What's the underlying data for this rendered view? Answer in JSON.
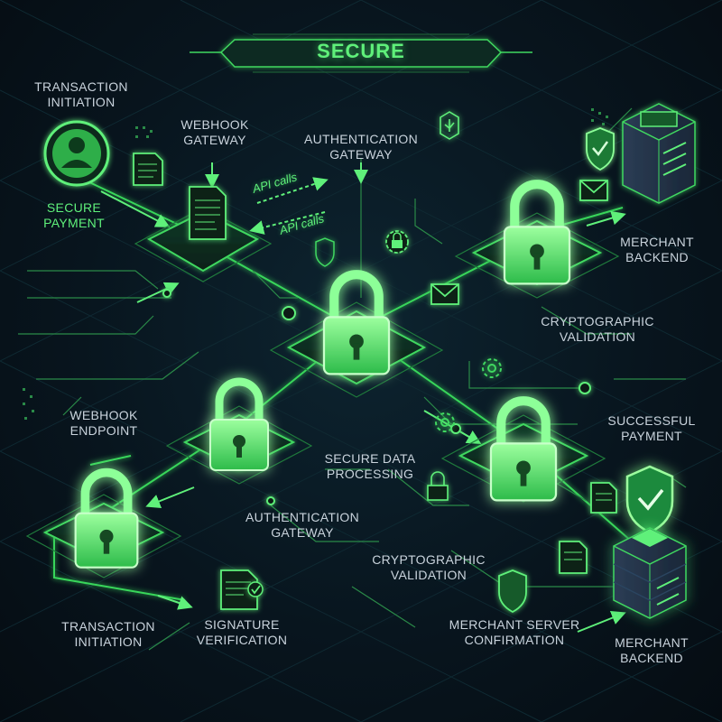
{
  "title": "SECURE",
  "colors": {
    "accent": "#5ff07a",
    "glow": "#39ff6a",
    "background": "#07111a",
    "label": "#c9d3dc"
  },
  "labels": {
    "transaction_initiation_top": [
      "TRANSACTION",
      "INITIATION"
    ],
    "secure_payment": [
      "SECURE",
      "PAYMENT"
    ],
    "webhook_gateway": [
      "WEBHOOK",
      "GATEWAY"
    ],
    "authentication_gateway_top": [
      "AUTHENTICATION",
      "GATEWAY"
    ],
    "merchant_backend_top": [
      "MERCHANT",
      "BACKEND"
    ],
    "cryptographic_validation_top": [
      "CRYPTOGRAPHIC",
      "VALIDATION"
    ],
    "webhook_endpoint": [
      "WEBHOOK",
      "ENDPOINT"
    ],
    "successful_payment": [
      "SUCCESSFUL",
      "PAYMENT"
    ],
    "secure_data_processing": [
      "SECURE DATA",
      "PROCESSING"
    ],
    "authentication_gateway_bottom": [
      "AUTHENTICATION",
      "GATEWAY"
    ],
    "cryptographic_validation_bottom": [
      "CRYPTOGRAPHIC",
      "VALIDATION"
    ],
    "transaction_initiation_bottom": [
      "TRANSACTION",
      "INITIATION"
    ],
    "signature_verification": [
      "SIGNATURE",
      "VERIFICATION"
    ],
    "merchant_server_confirmation": [
      "MERCHANT SERVER",
      "CONFIRMATION"
    ],
    "merchant_backend_bottom": [
      "MERCHANT",
      "BACKEND"
    ]
  },
  "api_calls": [
    "API calls",
    "API calls"
  ],
  "icons": [
    "user-icon",
    "document-icon",
    "padlock-icon",
    "shield-check-icon",
    "server-icon",
    "envelope-icon",
    "gear-icon",
    "shield-icon"
  ]
}
